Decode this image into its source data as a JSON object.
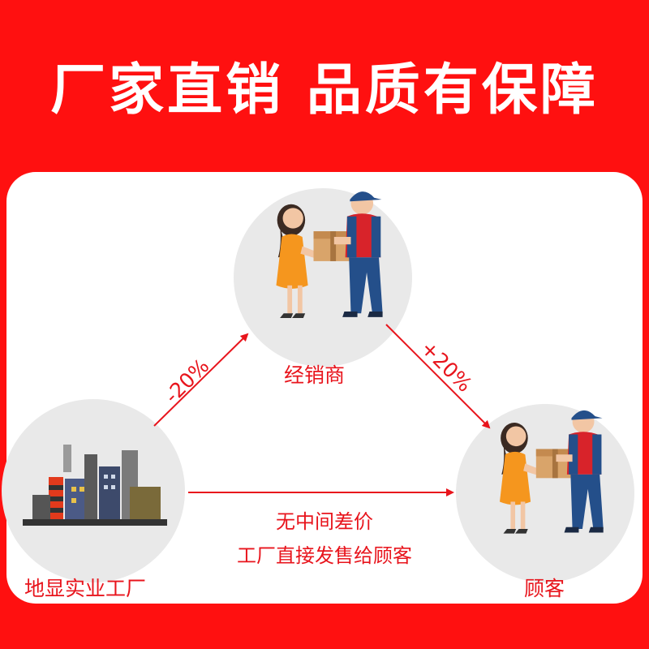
{
  "headline": "厂家直销  品质有保障",
  "nodes": {
    "distributor": {
      "label": "经销商",
      "icon": "handover-icon"
    },
    "factory": {
      "label": "地显实业工厂",
      "icon": "factory-icon"
    },
    "customer": {
      "label": "顾客",
      "icon": "handover-icon"
    }
  },
  "edges": {
    "factory_to_distributor": "-20%",
    "distributor_to_customer": "+20%"
  },
  "direct": {
    "line1": "无中间差价",
    "line2": "工厂直接发售给顾客"
  },
  "colors": {
    "background": "#ff1010",
    "panel": "#ffffff",
    "accent": "#e8141c",
    "circle": "#e9e9e9"
  }
}
